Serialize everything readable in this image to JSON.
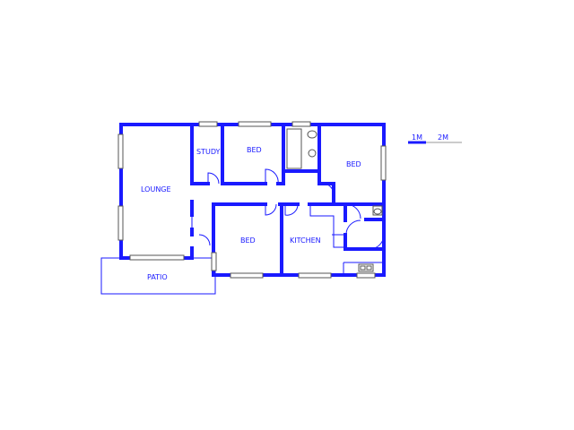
{
  "rooms": {
    "lounge": "LOUNGE",
    "study": "STUDY",
    "bed1": "BED",
    "bed2": "BED",
    "bed3": "BED",
    "kitchen": "KITCHEN",
    "patio": "PATIO"
  },
  "scale": {
    "label1": "1M",
    "label2": "2M"
  },
  "colors": {
    "wall": "#1a1aff",
    "window": "#555555",
    "background": "#ffffff"
  }
}
